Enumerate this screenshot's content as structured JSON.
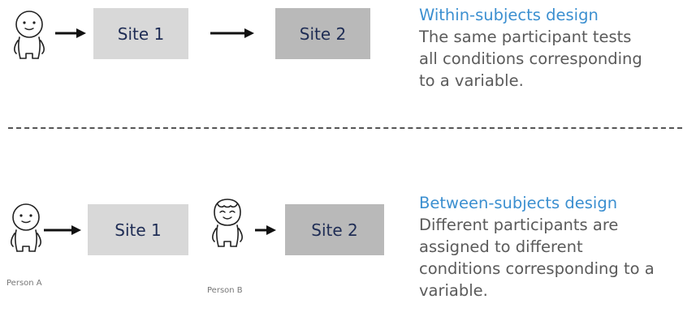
{
  "within": {
    "box1": "Site 1",
    "box2": "Site 2",
    "title": "Within-subjects design",
    "lines": [
      "The same participant tests",
      "all conditions corresponding",
      "to a variable."
    ]
  },
  "between": {
    "box1": "Site 1",
    "box2": "Site 2",
    "title": "Between-subjects design",
    "lines": [
      "Different participants are",
      "assigned to different",
      "conditions corresponding to a",
      "variable."
    ],
    "person_a": "Person A",
    "person_b": "Person B"
  },
  "colors": {
    "title_blue": "#3b8fd0",
    "text_gray": "#5a5a5a",
    "box_light": "#d8d8d8",
    "box_dark": "#b9b9b9"
  },
  "icons": [
    "person-icon",
    "arrow-right-icon"
  ]
}
